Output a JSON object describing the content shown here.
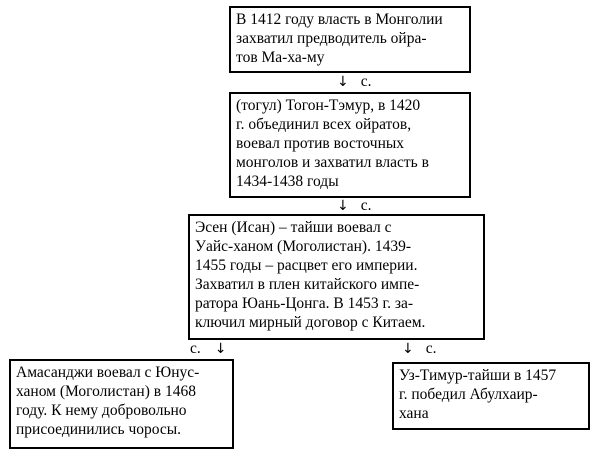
{
  "boxes": {
    "b1": "В 1412 году власть в Монголии\nзахватил предводитель ойра-\nтов Ма-ха-му",
    "b2": "(тогул) Тогон-Тэмур, в 1420\nг. объединил всех ойратов,\nвоевал против восточных\nмонголов и захватил власть в\n1434-1438 годы",
    "b3": "Эсен (Исан) – тайши воевал с\nУайс-ханом (Моголистан). 1439-\n1455 годы – расцвет его империи.\nЗахватил в плен китайского импе-\nратора Юань-Цонга. В 1453 г. за-\nключил мирный договор с Китаем.",
    "b4": "Амасанджи воевал с Юнус-\nханом (Моголистан) в 1468\nгоду. К нему добровольно\nприсоединились чоросы.",
    "b5": "Уз-Тимур-тайши в 1457\nг. победил Абулхаир-\nхана"
  },
  "connectors": {
    "arrow": "↓",
    "c1": "с.",
    "c2": "с.",
    "c3": "с.",
    "c4": "с."
  }
}
